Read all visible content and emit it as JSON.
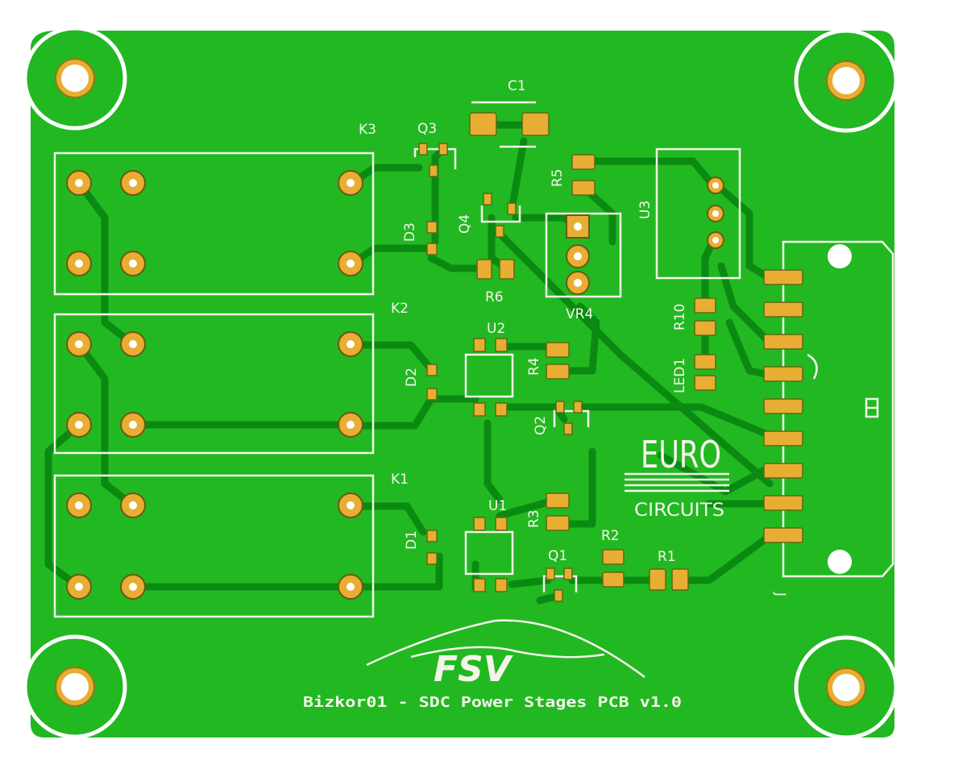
{
  "board": {
    "colors": {
      "board": "#22b822",
      "copper_trace": "#0b8a12",
      "pad": "#e8ad33",
      "silkscreen": "#f4f4ea",
      "background": "#ffffff"
    },
    "title": "Bizkor01 - SDC Power Stages PCB v1.0",
    "logo_text": "FSV",
    "vendor_logo": {
      "line1": "EURO",
      "line2": "CIRCUITS"
    }
  },
  "designators": {
    "k1": "K1",
    "k2": "K2",
    "k3": "K3",
    "c1": "C1",
    "q1": "Q1",
    "q2": "Q2",
    "q3": "Q3",
    "q4": "Q4",
    "d1": "D1",
    "d2": "D2",
    "d3": "D3",
    "r1": "R1",
    "r2": "R2",
    "r3": "R3",
    "r4": "R4",
    "r5": "R5",
    "r6": "R6",
    "r10": "R10",
    "u1": "U1",
    "u2": "U2",
    "u3": "U3",
    "vr4": "VR4",
    "led1": "LED1",
    "j": "J"
  }
}
